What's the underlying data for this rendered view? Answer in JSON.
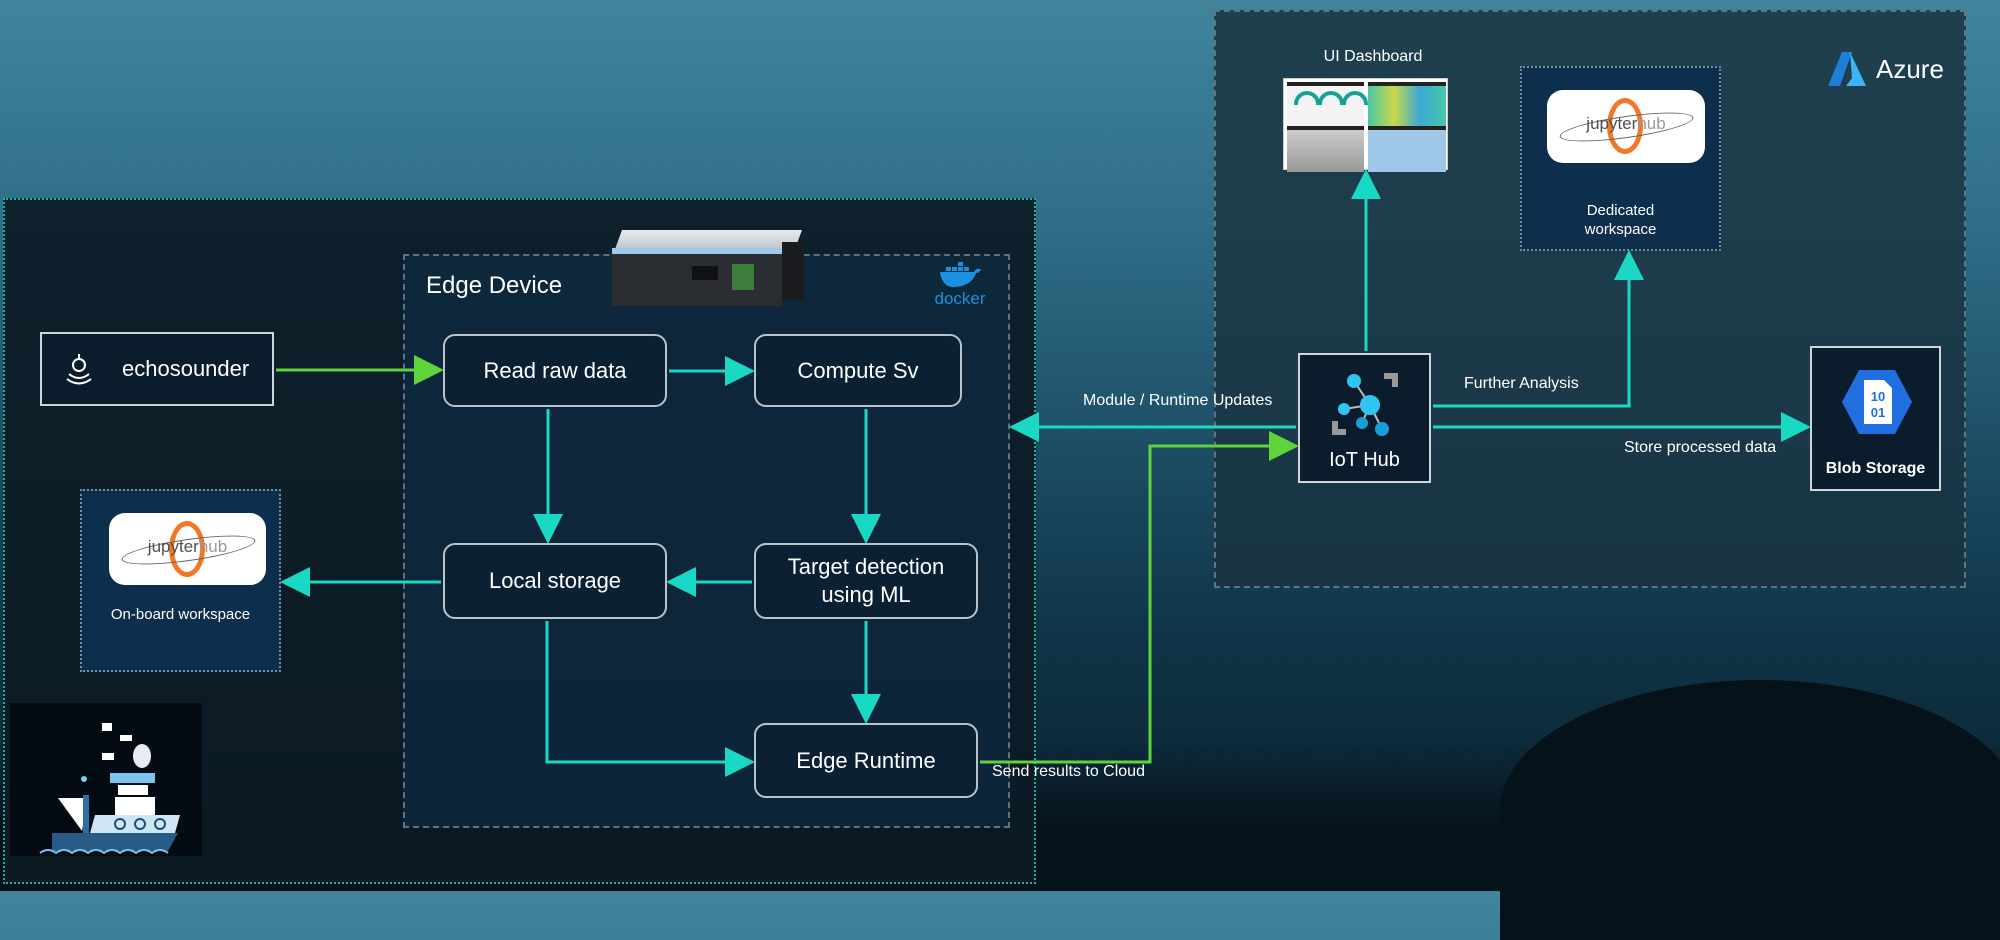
{
  "edge": {
    "title": "Edge Device",
    "docker_label": "docker",
    "echosounder": "echosounder",
    "read_raw": "Read raw data",
    "compute_sv": "Compute Sv",
    "local_storage": "Local storage",
    "target_detection": "Target detection using ML",
    "edge_runtime": "Edge Runtime",
    "onboard_workspace": "On-board workspace",
    "jupyter_logo": "jupyterhub"
  },
  "cloud": {
    "provider": "Azure",
    "ui_dashboard": "UI Dashboard",
    "dedicated_workspace": "Dedicated workspace",
    "jupyter_logo": "jupyterhub",
    "iot_hub": "IoT Hub",
    "blob_storage": "Blob Storage",
    "blob_icon_text": "10 01"
  },
  "connections": {
    "module_updates": "Module / Runtime Updates",
    "send_results": "Send results to Cloud",
    "further_analysis": "Further Analysis",
    "store_data": "Store processed data"
  },
  "colors": {
    "cyan": "#19d9c4",
    "green": "#5fd33a",
    "azure_blue": "#1e7fd8"
  }
}
